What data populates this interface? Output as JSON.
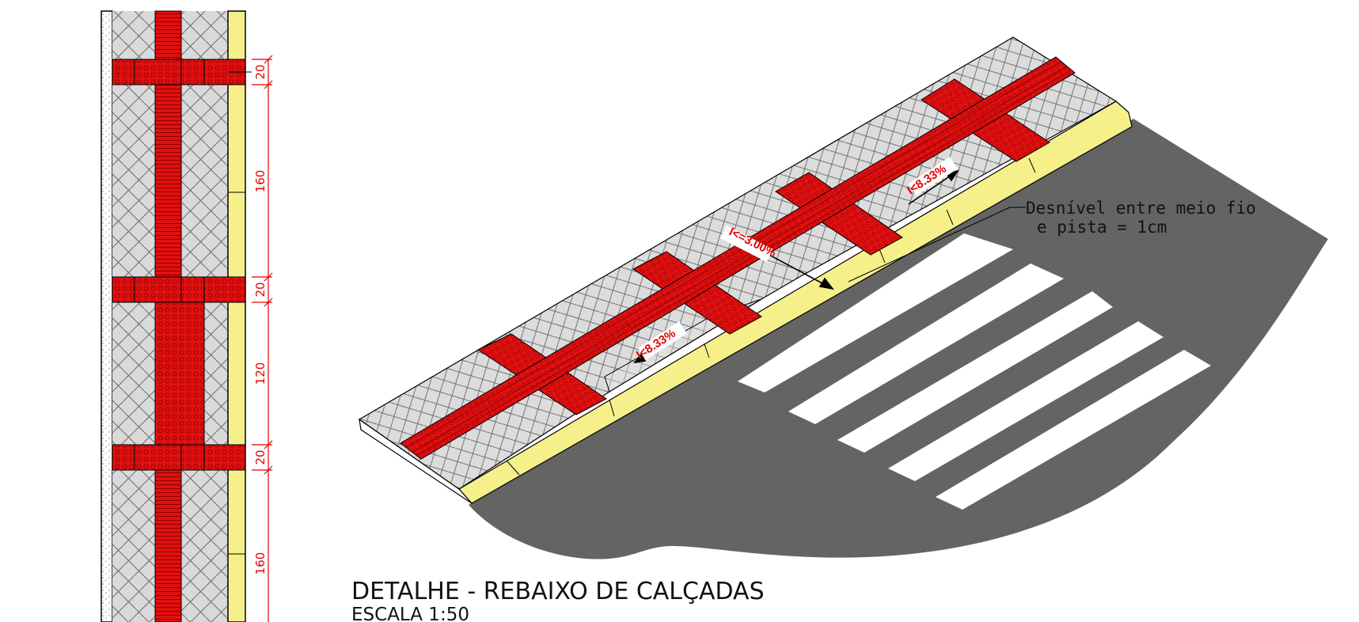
{
  "plan": {
    "dimensions": [
      "20",
      "160",
      "20",
      "120",
      "20",
      "160"
    ]
  },
  "perspective": {
    "slopes": {
      "main": "I<=3.00%",
      "ramp_right": "I<8.33%",
      "ramp_left": "I<8.33%"
    },
    "note": {
      "line1": "Desnível entre meio fio",
      "line2": "e pista = 1cm"
    }
  },
  "title": {
    "main": "DETALHE - REBAIXO DE CALÇADAS",
    "scale": "ESCALA 1:50"
  },
  "colors": {
    "tactile_red": "#e01010",
    "curb_yellow": "#f5f08a",
    "asphalt": "#646464",
    "paving_gray": "#d9d9d9",
    "dimension_red": "#e00000"
  }
}
